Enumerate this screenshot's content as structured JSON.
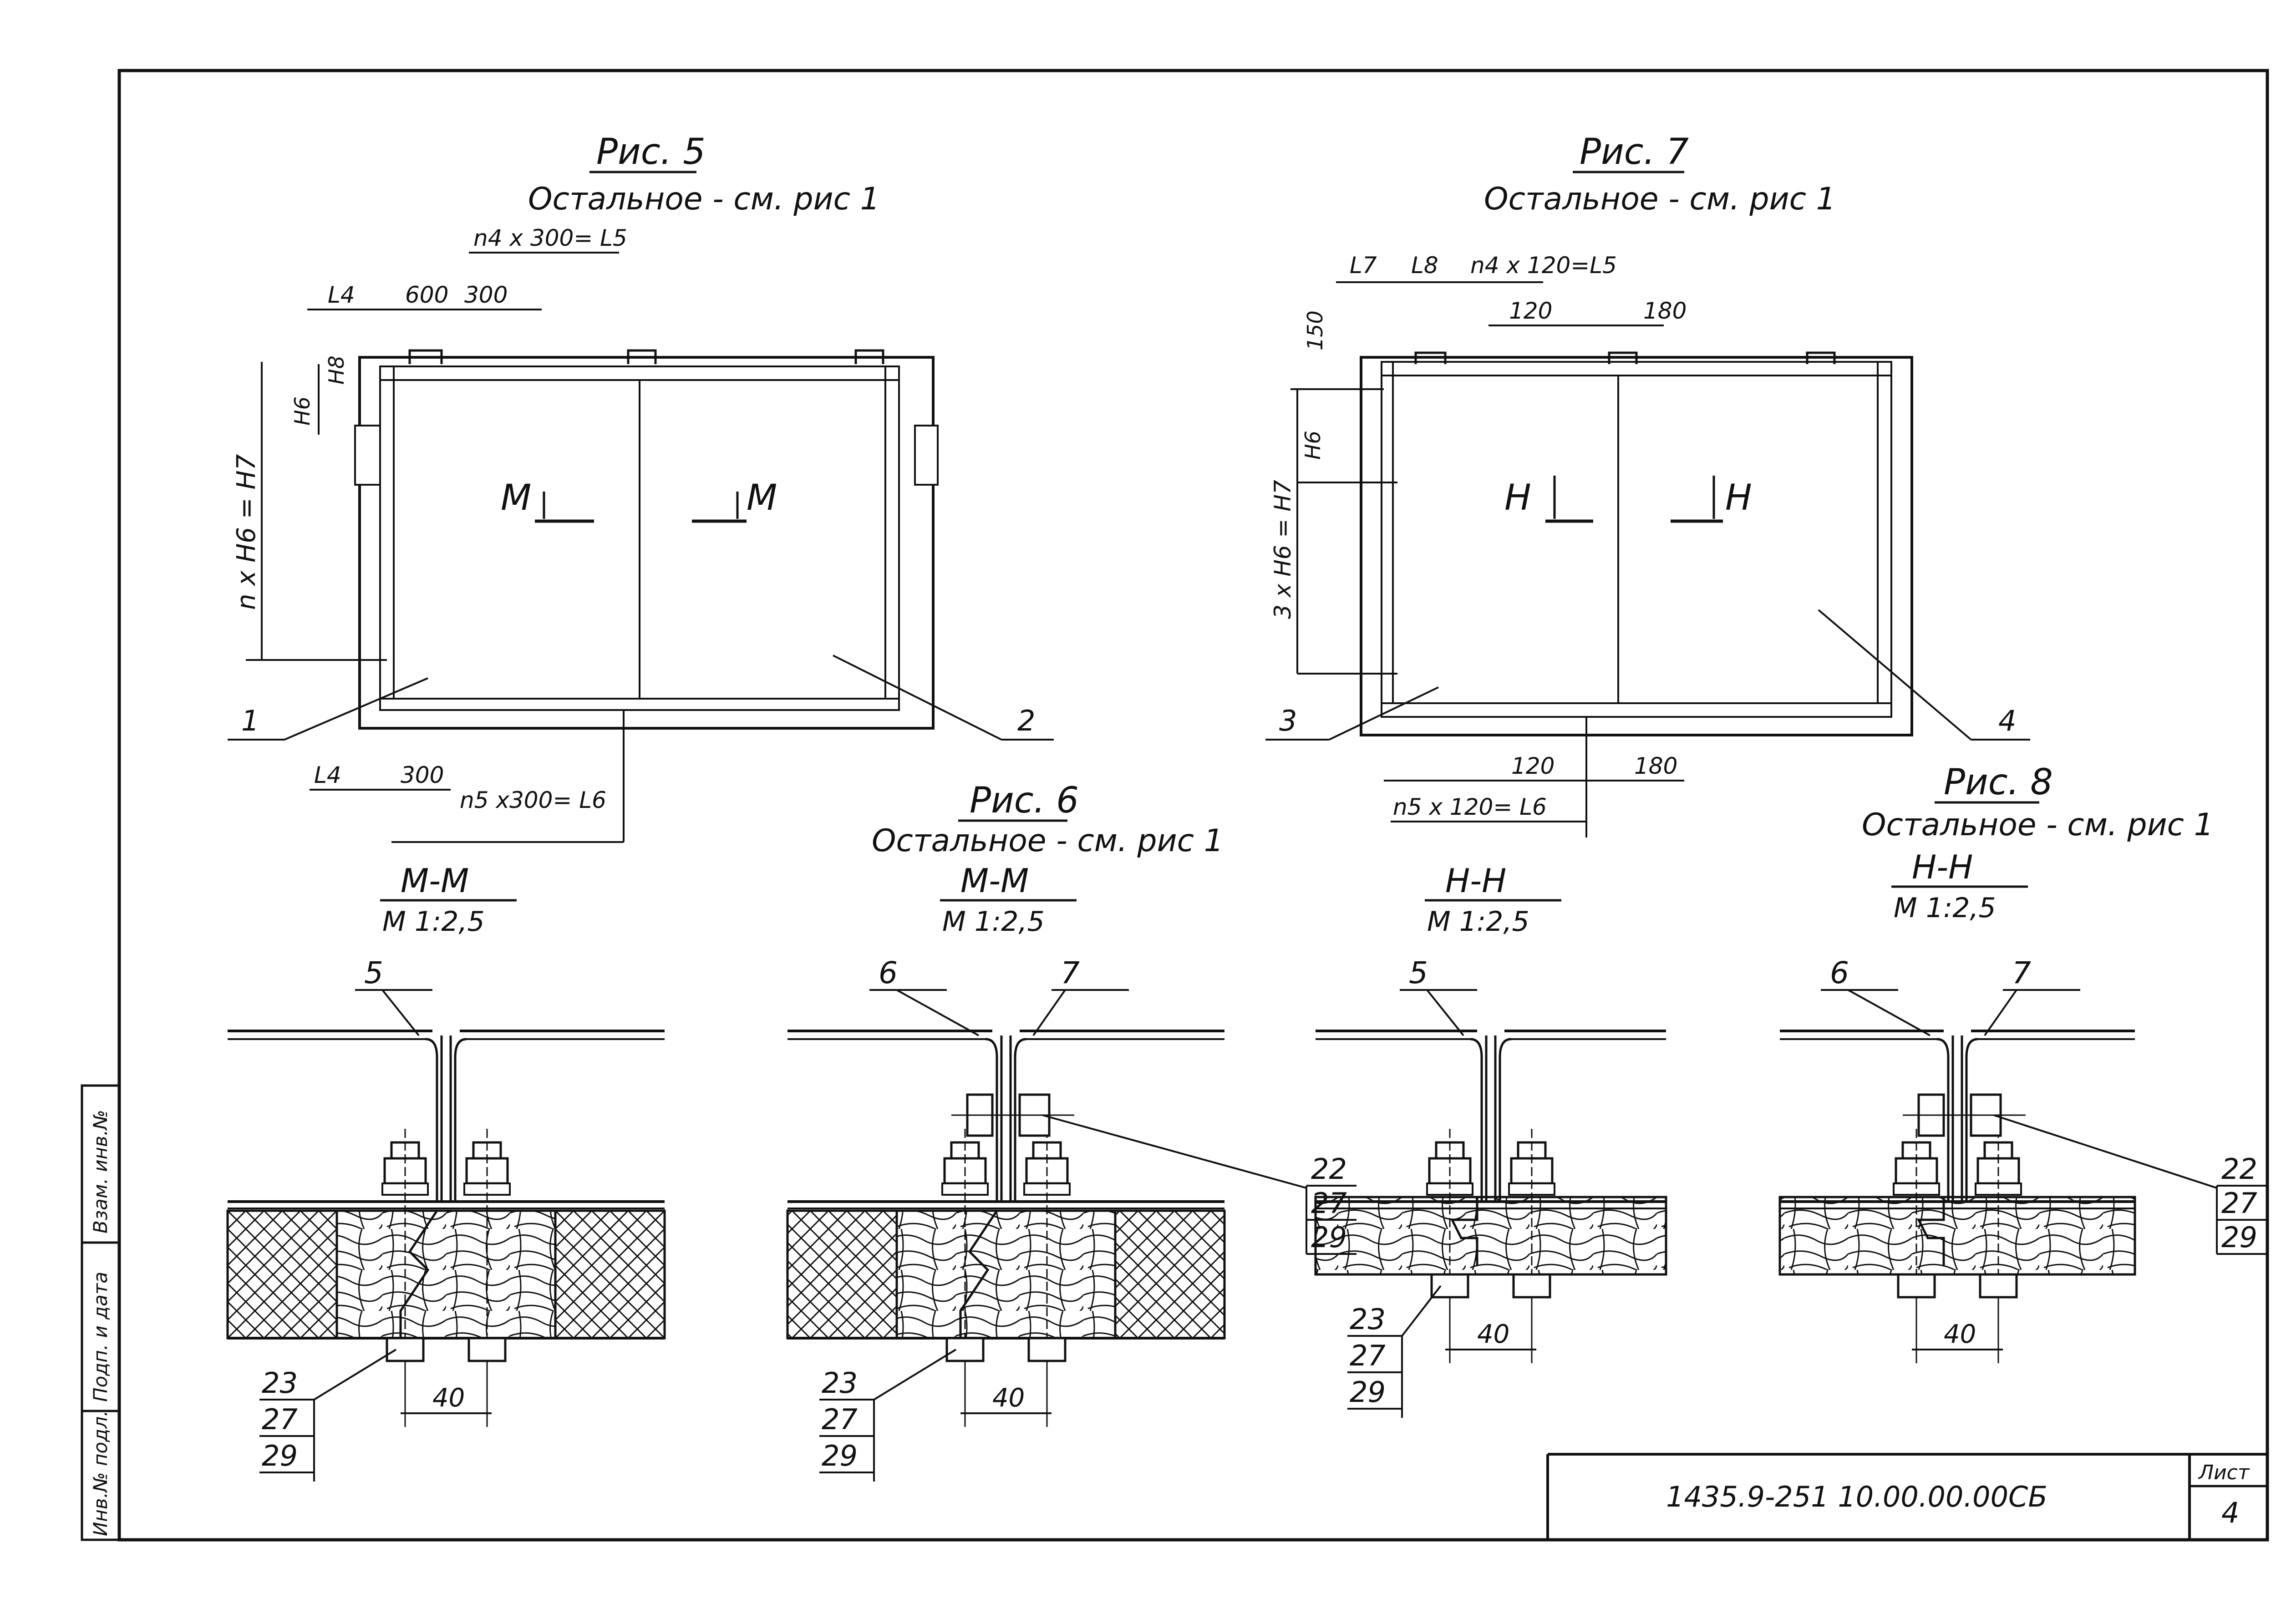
{
  "colors": {
    "ink": "#111111",
    "paper": "#ffffff"
  },
  "fig5": {
    "title": "Рис. 5",
    "note": "Остальное - см. рис 1",
    "dims": {
      "top1": "n4 x 300= L5",
      "L4a": "L4",
      "d600": "600",
      "d300a": "300",
      "H8": "H8",
      "H6": "H6",
      "vert": "n x H6 = H7",
      "L4b": "L4",
      "d300b": "300",
      "bottom": "n5 x300= L6"
    },
    "sec_left": "M",
    "sec_right": "M",
    "pos1": "1",
    "pos2": "2"
  },
  "fig7": {
    "title": "Рис. 7",
    "note": "Остальное - см. рис 1",
    "dims": {
      "L7": "L7",
      "L8": "L8",
      "top1": "n4 x 120=L5",
      "d120a": "120",
      "d180a": "180",
      "d150": "150",
      "H6": "H6",
      "vert": "3 x H6 = H7",
      "d120b": "120",
      "d180b": "180",
      "bottom": "n5 x 120= L6"
    },
    "sec_left": "Н",
    "sec_right": "Н",
    "pos3": "3",
    "pos4": "4"
  },
  "fig6": {
    "title": "Рис. 6",
    "note": "Остальное - см. рис 1"
  },
  "fig8": {
    "title": "Рис. 8",
    "note": "Остальное - см. рис 1"
  },
  "sections": [
    {
      "label": "М-М",
      "scale": "М 1:2,5",
      "top_pos": [
        "5"
      ],
      "bolt_pos": [],
      "bottom_pos": [
        "23",
        "27",
        "29"
      ],
      "dim": "40"
    },
    {
      "label": "М-М",
      "scale": "М 1:2,5",
      "top_pos": [
        "6",
        "7"
      ],
      "bolt_pos": [
        "22",
        "27",
        "29"
      ],
      "bottom_pos": [
        "23",
        "27",
        "29"
      ],
      "dim": "40"
    },
    {
      "label": "Н-Н",
      "scale": "М 1:2,5",
      "top_pos": [
        "5"
      ],
      "bolt_pos": [],
      "bottom_pos": [
        "23",
        "27",
        "29"
      ],
      "dim": "40"
    },
    {
      "label": "Н-Н",
      "scale": "М 1:2,5",
      "top_pos": [
        "6",
        "7"
      ],
      "bolt_pos": [
        "22",
        "27",
        "29"
      ],
      "bottom_pos": [],
      "dim": "40"
    }
  ],
  "stamp": {
    "code": "1435.9-251 10.00.00.00СБ",
    "sheet_label": "Лист",
    "sheet_num": "4"
  },
  "side_stamp": {
    "c1": "Инв.№ подл.",
    "c2": "Подп. и дата",
    "c3": "Взам. инв.№"
  }
}
